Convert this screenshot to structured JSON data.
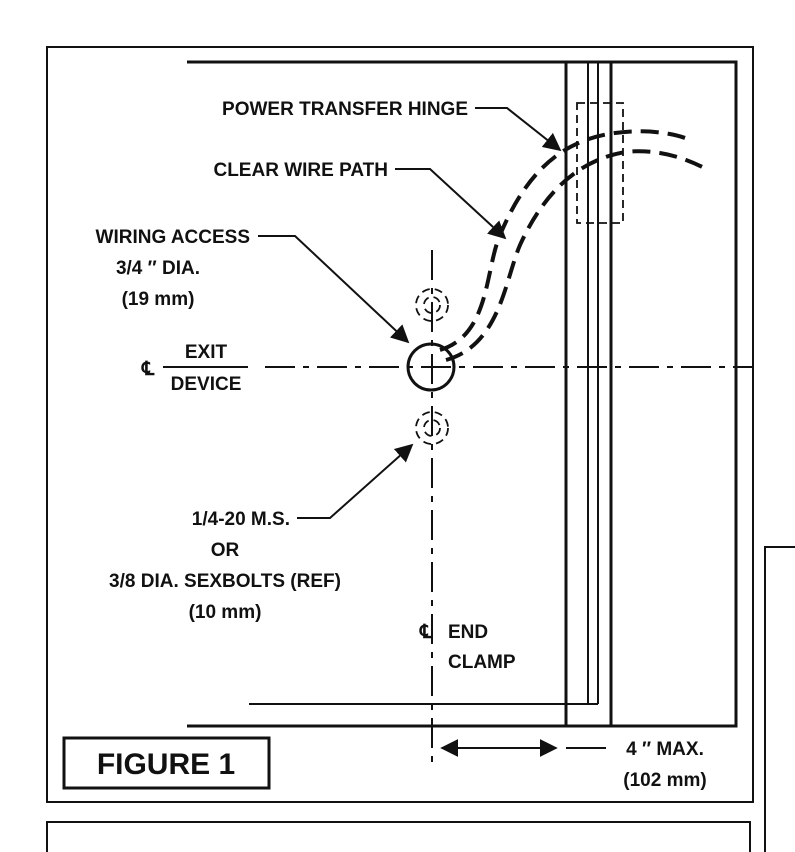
{
  "labels": {
    "power_transfer_hinge": "POWER TRANSFER HINGE",
    "clear_wire_path": "CLEAR WIRE PATH",
    "wiring_access_1": "WIRING ACCESS",
    "wiring_access_2": "3/4 ″ DIA.",
    "wiring_access_3": "(19 mm)",
    "exit": "EXIT",
    "device": "DEVICE",
    "bolts_1": "1/4-20 M.S.",
    "bolts_2": "OR",
    "bolts_3": "3/8 DIA. SEXBOLTS (REF)",
    "bolts_4": "(10 mm)",
    "end": "END",
    "clamp": "CLAMP",
    "max_1": "4 ″ MAX.",
    "max_2": "(102 mm)",
    "figure_title": "FIGURE 1"
  }
}
